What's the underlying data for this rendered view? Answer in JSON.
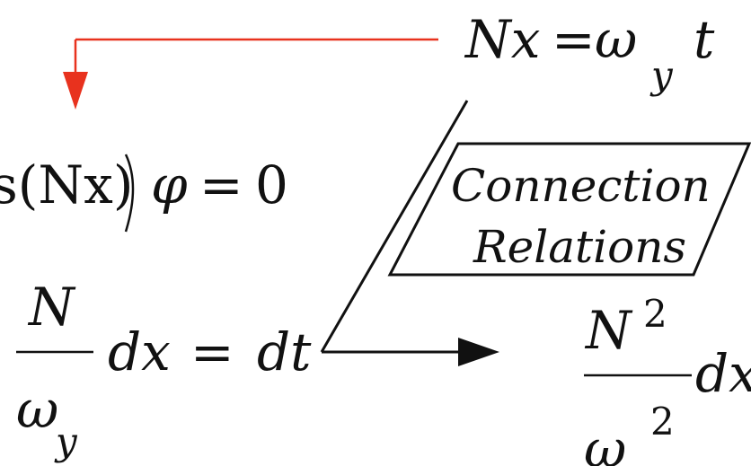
{
  "diagram": {
    "top_equation": {
      "lhs": "Nx",
      "eq": "=",
      "omega": "ω",
      "sub": "y",
      "var": "t"
    },
    "left_equation_1": {
      "text": "s(Nx)",
      "phi": "φ",
      "eq": "=",
      "zero": "0"
    },
    "left_equation_2": {
      "numerator": "N",
      "denominator_omega": "ω",
      "denominator_sub": "y",
      "dx": "dx",
      "eq": "=",
      "dt": "dt"
    },
    "right_equation": {
      "numerator": "N",
      "numerator_exp": "2",
      "denominator_omega": "ω",
      "denominator_exp": "2",
      "dx": "dx"
    },
    "box": {
      "line1": "Connection",
      "line2": "Relations"
    },
    "colors": {
      "red_arrow": "#e8321e",
      "ink": "#111111",
      "background": "#ffffff"
    }
  }
}
